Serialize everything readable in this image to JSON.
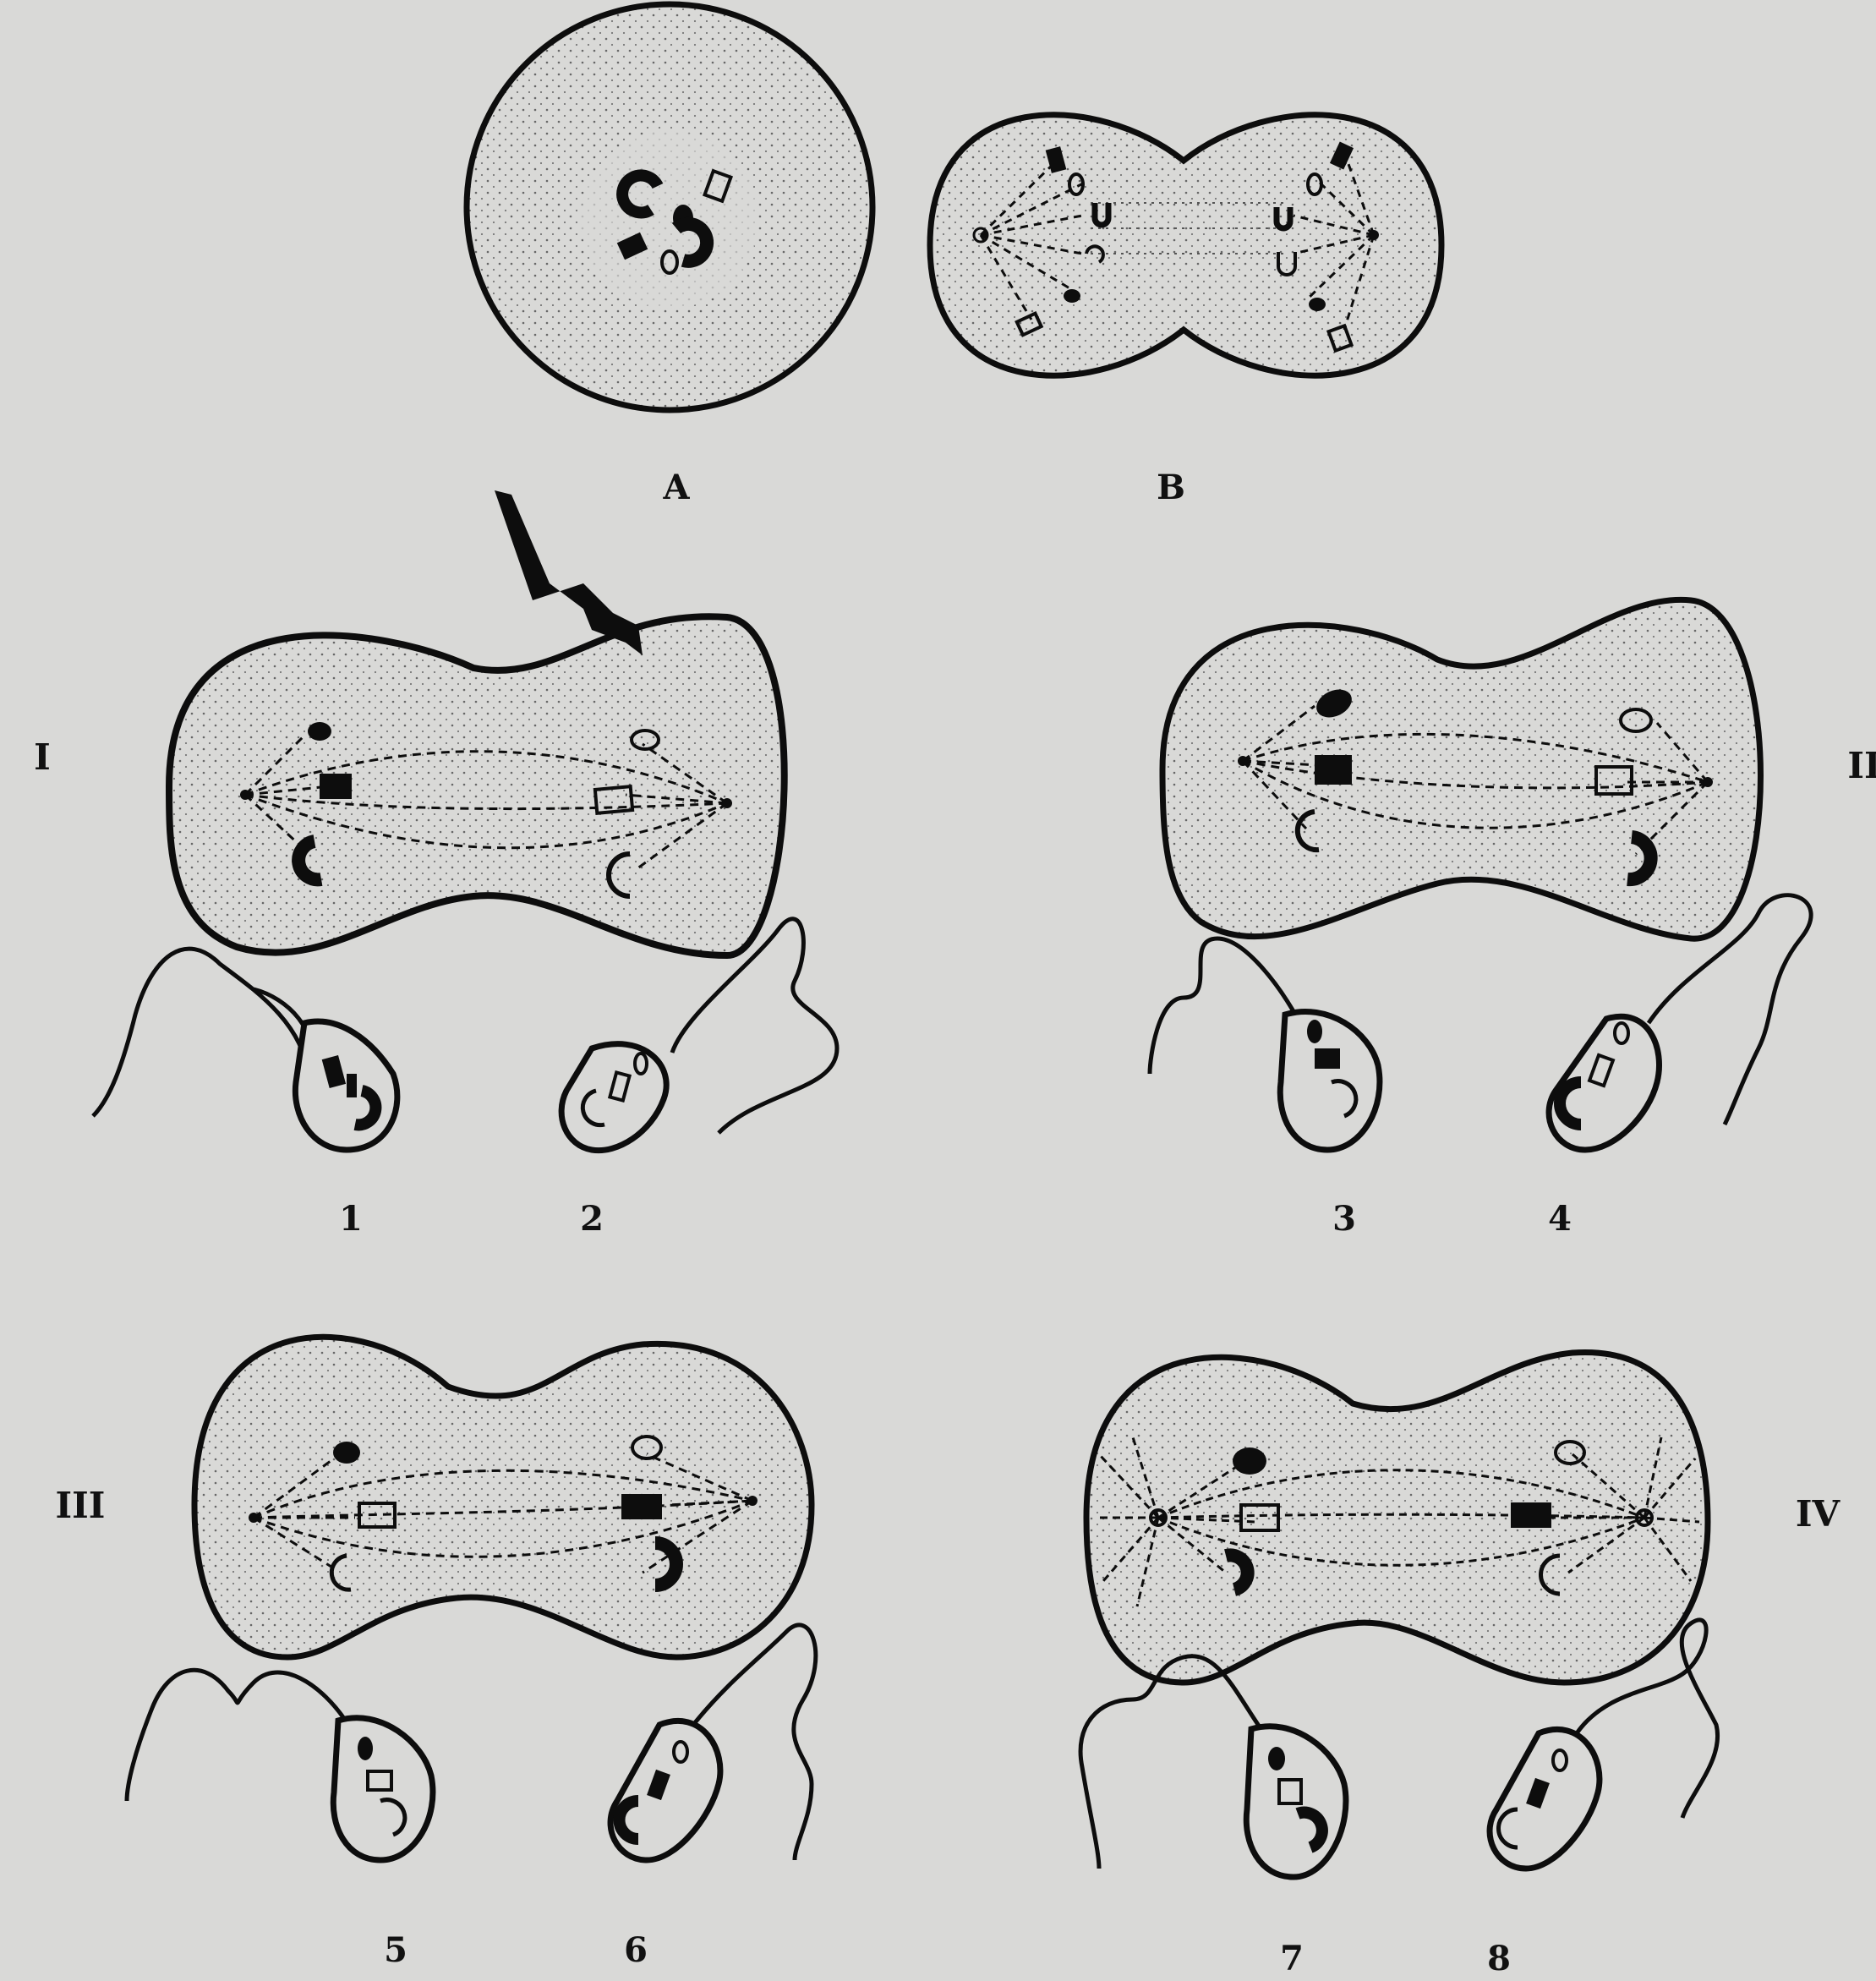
{
  "colors": {
    "paper": "#d9d9d7",
    "ink": "#0d0d0d"
  },
  "labels": {
    "A": "A",
    "B": "B",
    "I": "I",
    "II": "II",
    "III": "III",
    "IV": "IV",
    "n1": "1",
    "n2": "2",
    "n3": "3",
    "n4": "4",
    "n5": "5",
    "n6": "6",
    "n7": "7",
    "n8": "8"
  }
}
